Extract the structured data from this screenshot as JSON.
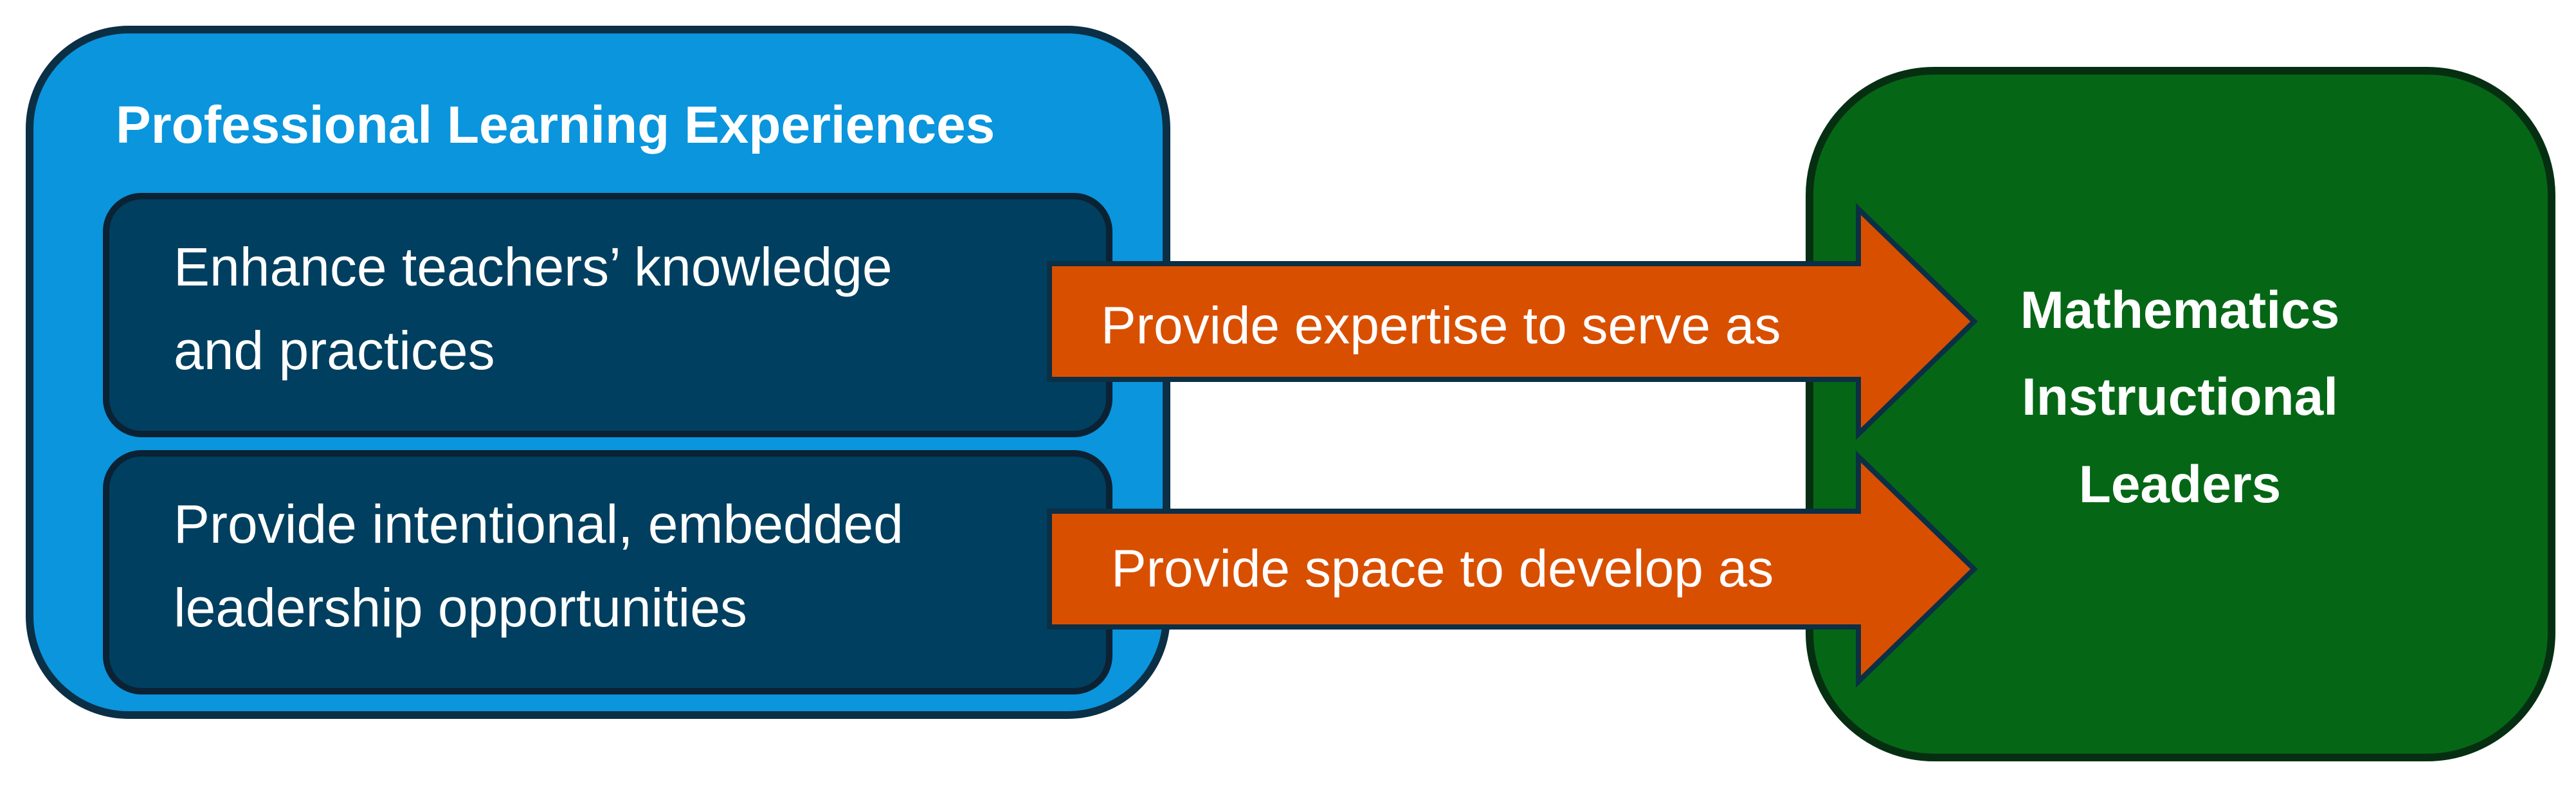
{
  "left_panel": {
    "title": "Professional Learning Experiences",
    "items": [
      {
        "text_line1": "Enhance teachers’ knowledge",
        "text_line2": "and practices"
      },
      {
        "text_line1": "Provide intentional, embedded",
        "text_line2": "leadership opportunities"
      }
    ]
  },
  "arrows": [
    {
      "label": "Provide expertise to serve as"
    },
    {
      "label": "Provide space to develop as"
    }
  ],
  "right_panel": {
    "title_line1": "Mathematics",
    "title_line2": "Instructional",
    "title_line3": "Leaders"
  },
  "colors": {
    "left_outer": "#0a95dd",
    "left_inner": "#003f5f",
    "arrow": "#d94f00",
    "right_outer": "#056716"
  }
}
